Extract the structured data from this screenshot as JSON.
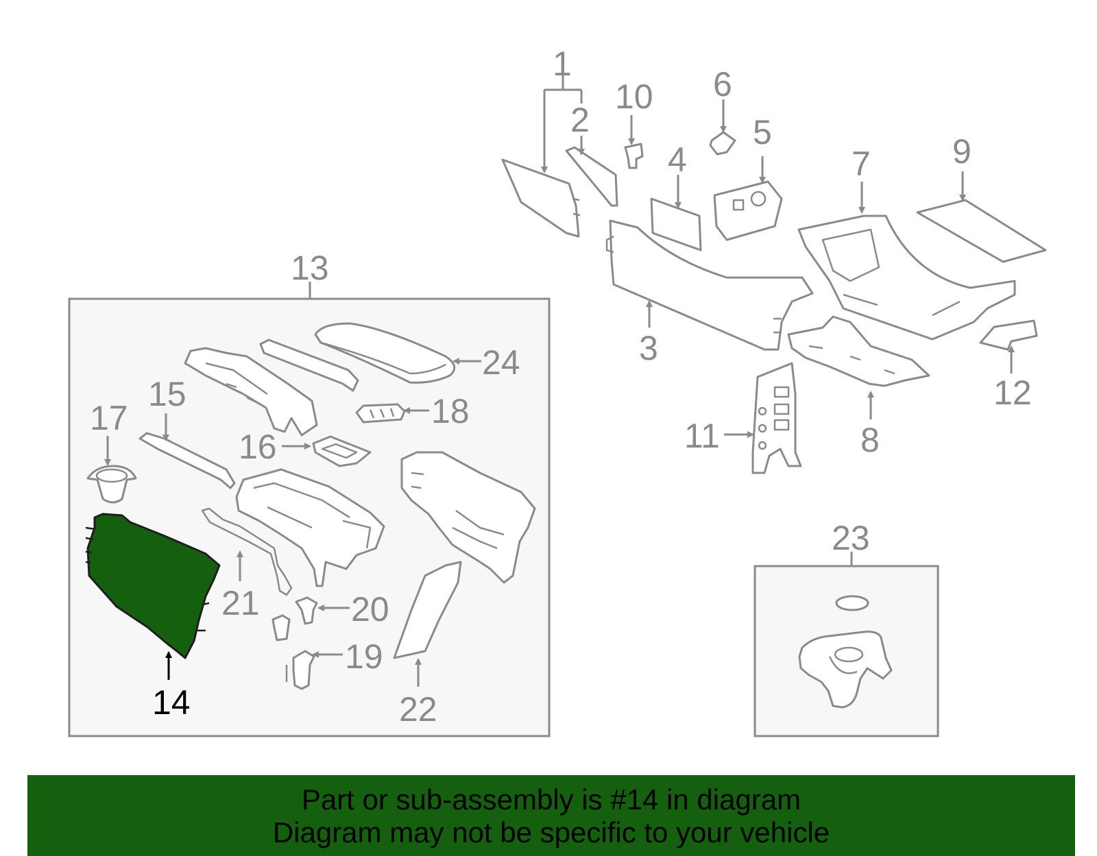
{
  "callouts": {
    "c1": "1",
    "c2": "2",
    "c3": "3",
    "c4": "4",
    "c5": "5",
    "c6": "6",
    "c7": "7",
    "c8": "8",
    "c9": "9",
    "c10": "10",
    "c11": "11",
    "c12": "12",
    "c13": "13",
    "c14": "14",
    "c15": "15",
    "c16": "16",
    "c17": "17",
    "c18": "18",
    "c19": "19",
    "c20": "20",
    "c21": "21",
    "c22": "22",
    "c23": "23",
    "c24": "24"
  },
  "highlight": {
    "part_number": "14",
    "color": "#14600f"
  },
  "banner": {
    "line1": "Part or sub-assembly is #14 in diagram",
    "line2": "Diagram may not be specific to your vehicle",
    "background": "#14600f"
  }
}
